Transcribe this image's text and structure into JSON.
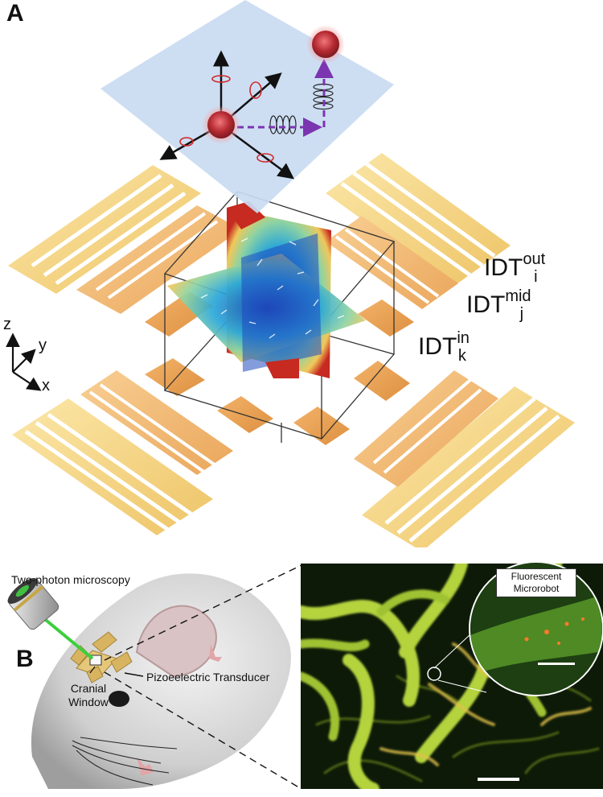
{
  "panel_a": {
    "letter": "A",
    "idt_out": {
      "base": "IDT",
      "sup": "out",
      "sub": "i"
    },
    "idt_mid": {
      "base": "IDT",
      "sup": "mid",
      "sub": "j"
    },
    "idt_in": {
      "base": "IDT",
      "sup": "in",
      "sub": "k"
    },
    "axes": {
      "z": "z",
      "y": "y",
      "x": "x"
    }
  },
  "panel_b": {
    "letter": "B",
    "microscopy_label": "Two-photon microscopy",
    "window_label": "Cranial Window",
    "transducer_label": "Pizoeelectric Transducer",
    "callout_label": "Fluorescent Microrobot"
  },
  "colors": {
    "plane": "#c9dbf2",
    "electrode_light": "#f3d27a",
    "electrode_mid": "#f2b86a",
    "electrode_dark": "#e9a14c",
    "particle": "#c8333a",
    "arrow_purple": "#7b35b0",
    "vessel": "#b4d33c"
  }
}
